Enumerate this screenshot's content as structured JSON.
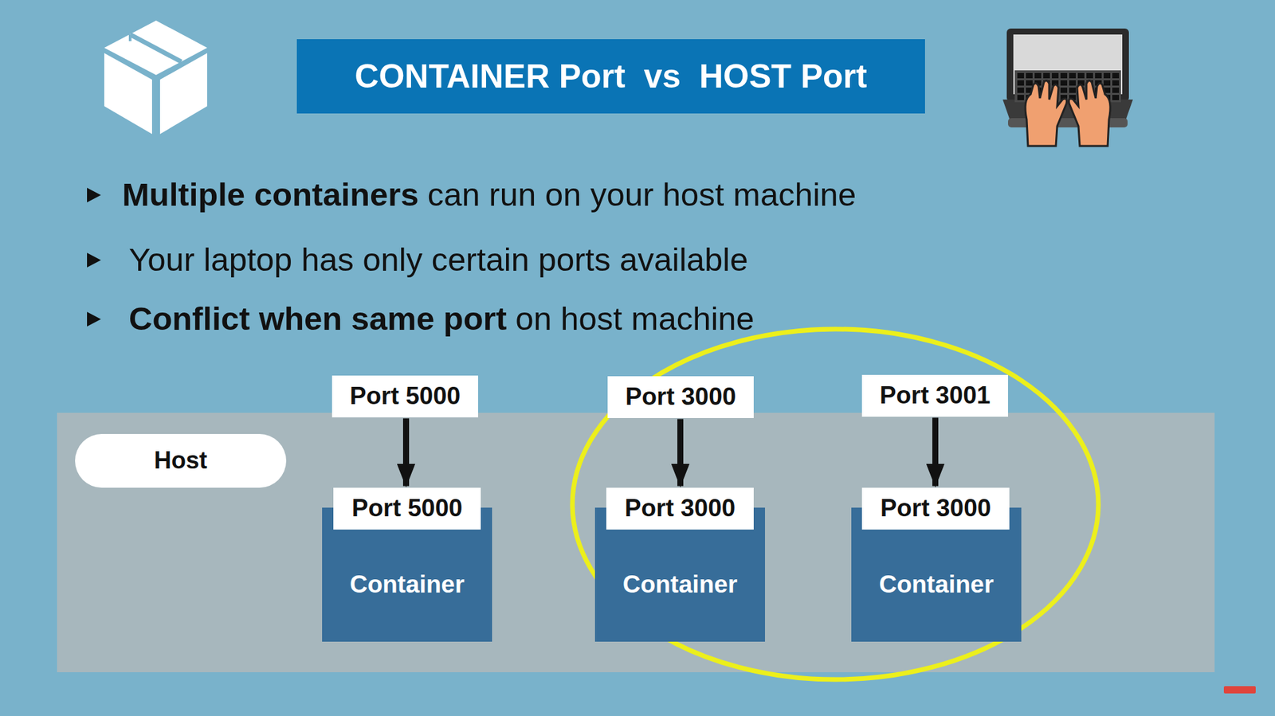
{
  "diagram": {
    "title": "CONTAINER Port  vs  HOST Port",
    "nodes": [
      {
        "text": [
          "Host"
        ]
      },
      {
        "text": [
          "Port 5000"
        ]
      },
      {
        "text": [
          "Port 3000"
        ]
      },
      {
        "text": [
          "Port 3001"
        ]
      },
      {
        "text": [
          "Port 5000"
        ]
      },
      {
        "text": [
          "Container"
        ]
      },
      {
        "text": [
          "Port 3000"
        ]
      },
      {
        "text": [
          "Container"
        ]
      },
      {
        "text": [
          "Port 3000"
        ]
      },
      {
        "text": [
          "Container"
        ]
      }
    ],
    "edges": [
      {
        "from": 1,
        "to": 4,
        "arrow": "to"
      },
      {
        "from": 2,
        "to": 6,
        "arrow": "to"
      },
      {
        "from": 3,
        "to": 8,
        "arrow": "to"
      }
    ],
    "labels": [
      "Multiple containers",
      "can run on your host machine",
      "Your laptop has only certain ports available",
      "Conflict when same port",
      "on host machine"
    ]
  }
}
